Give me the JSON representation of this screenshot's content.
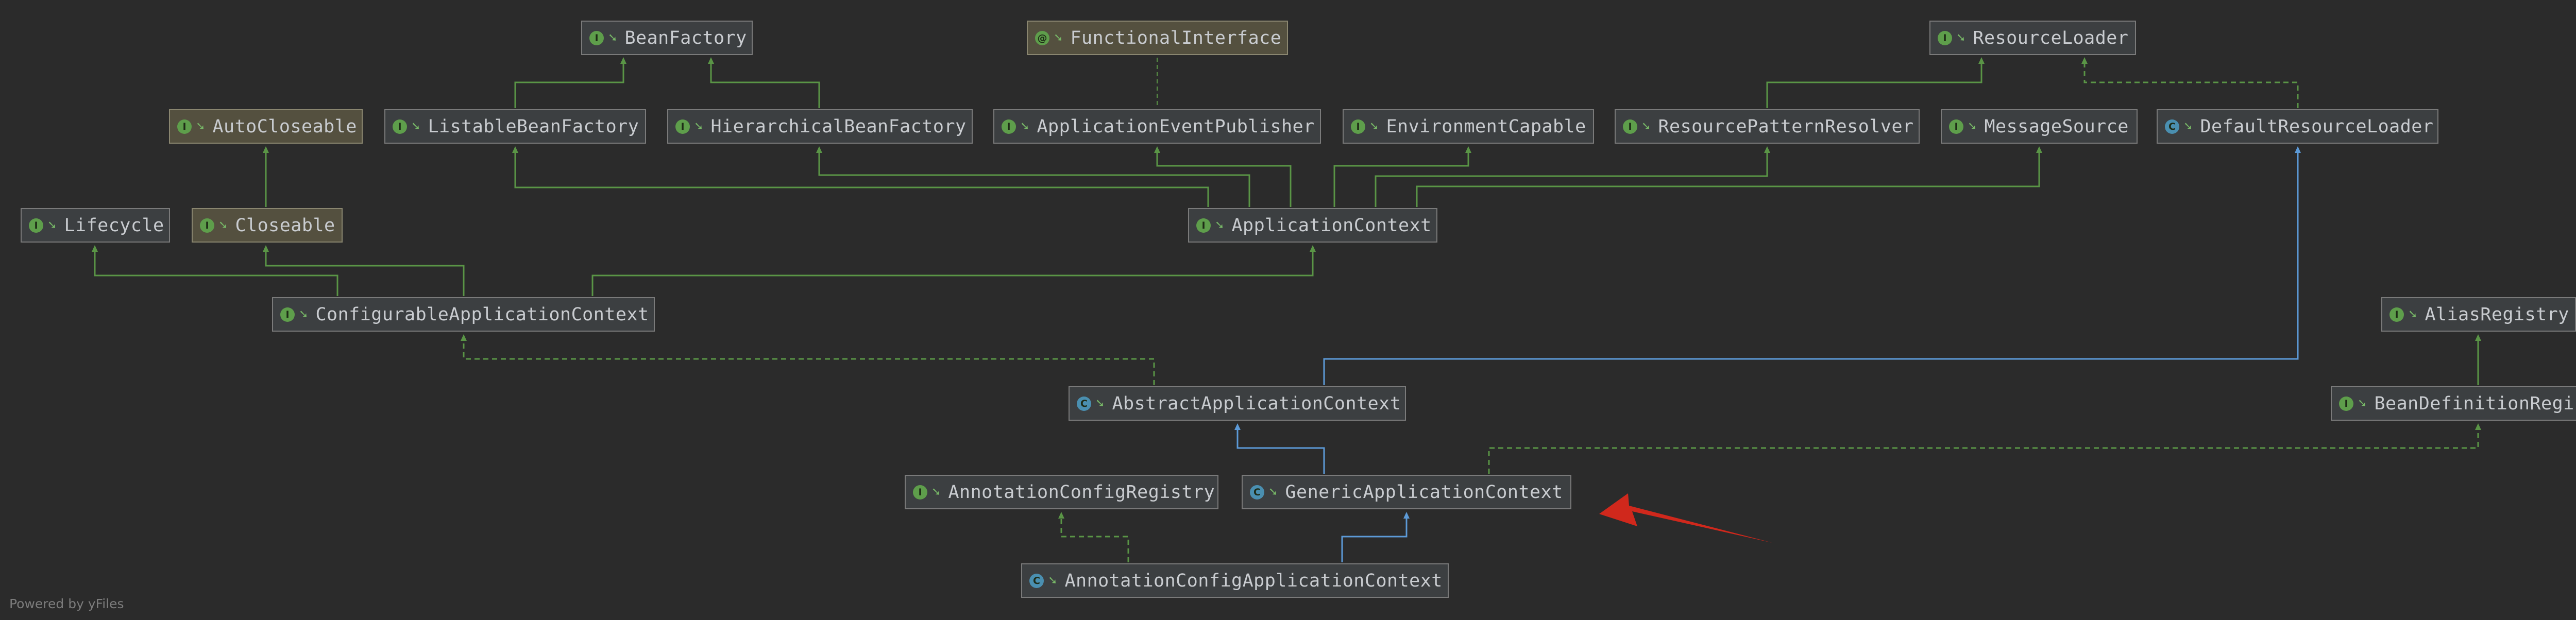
{
  "colors": {
    "background": "#2b2b2b",
    "interface_icon": "#5e9e4b",
    "class_icon": "#4a8fb0",
    "annotation_icon": "#5e9e4b",
    "extends_edge": "#5c9ad7",
    "implements_edge": "#5a9546",
    "pointer_arrow": "#d0281c"
  },
  "nodes": [
    {
      "id": "BeanFactory",
      "label": "BeanFactory",
      "kind": "interface",
      "icon": "interface-icon",
      "icon_letter": "I"
    },
    {
      "id": "FunctionalInterface",
      "label": "FunctionalInterface",
      "kind": "annotation",
      "icon": "annotation-icon",
      "icon_letter": "@"
    },
    {
      "id": "ResourceLoader",
      "label": "ResourceLoader",
      "kind": "interface",
      "icon": "interface-icon",
      "icon_letter": "I"
    },
    {
      "id": "AutoCloseable",
      "label": "AutoCloseable",
      "kind": "interface",
      "icon": "interface-icon",
      "icon_letter": "I"
    },
    {
      "id": "ListableBeanFactory",
      "label": "ListableBeanFactory",
      "kind": "interface",
      "icon": "interface-icon",
      "icon_letter": "I"
    },
    {
      "id": "HierarchicalBeanFactory",
      "label": "HierarchicalBeanFactory",
      "kind": "interface",
      "icon": "interface-icon",
      "icon_letter": "I"
    },
    {
      "id": "ApplicationEventPublisher",
      "label": "ApplicationEventPublisher",
      "kind": "interface",
      "icon": "interface-icon",
      "icon_letter": "I"
    },
    {
      "id": "EnvironmentCapable",
      "label": "EnvironmentCapable",
      "kind": "interface",
      "icon": "interface-icon",
      "icon_letter": "I"
    },
    {
      "id": "ResourcePatternResolver",
      "label": "ResourcePatternResolver",
      "kind": "interface",
      "icon": "interface-icon",
      "icon_letter": "I"
    },
    {
      "id": "MessageSource",
      "label": "MessageSource",
      "kind": "interface",
      "icon": "interface-icon",
      "icon_letter": "I"
    },
    {
      "id": "DefaultResourceLoader",
      "label": "DefaultResourceLoader",
      "kind": "class",
      "icon": "class-icon",
      "icon_letter": "C"
    },
    {
      "id": "Lifecycle",
      "label": "Lifecycle",
      "kind": "interface",
      "icon": "interface-icon",
      "icon_letter": "I"
    },
    {
      "id": "Closeable",
      "label": "Closeable",
      "kind": "interface",
      "icon": "interface-icon",
      "icon_letter": "I"
    },
    {
      "id": "ApplicationContext",
      "label": "ApplicationContext",
      "kind": "interface",
      "icon": "interface-icon",
      "icon_letter": "I"
    },
    {
      "id": "ConfigurableApplicationContext",
      "label": "ConfigurableApplicationContext",
      "kind": "interface",
      "icon": "interface-icon",
      "icon_letter": "I"
    },
    {
      "id": "AliasRegistry",
      "label": "AliasRegistry",
      "kind": "interface",
      "icon": "interface-icon",
      "icon_letter": "I"
    },
    {
      "id": "AbstractApplicationContext",
      "label": "AbstractApplicationContext",
      "kind": "abstract-class",
      "icon": "abstract-class-icon",
      "icon_letter": "C"
    },
    {
      "id": "BeanDefinitionRegistry",
      "label": "BeanDefinitionRegistry",
      "kind": "interface",
      "icon": "interface-icon",
      "icon_letter": "I"
    },
    {
      "id": "AnnotationConfigRegistry",
      "label": "AnnotationConfigRegistry",
      "kind": "interface",
      "icon": "interface-icon",
      "icon_letter": "I"
    },
    {
      "id": "GenericApplicationContext",
      "label": "GenericApplicationContext",
      "kind": "class",
      "icon": "class-icon",
      "icon_letter": "C"
    },
    {
      "id": "AnnotationConfigApplicationContext",
      "label": "AnnotationConfigApplicationContext",
      "kind": "class",
      "icon": "class-icon",
      "icon_letter": "C"
    }
  ],
  "edges": [
    {
      "from": "ListableBeanFactory",
      "to": "BeanFactory",
      "type": "extends-interface"
    },
    {
      "from": "HierarchicalBeanFactory",
      "to": "BeanFactory",
      "type": "extends-interface"
    },
    {
      "from": "ApplicationEventPublisher",
      "to": "FunctionalInterface",
      "type": "annotated"
    },
    {
      "from": "ResourcePatternResolver",
      "to": "ResourceLoader",
      "type": "extends-interface"
    },
    {
      "from": "DefaultResourceLoader",
      "to": "ResourceLoader",
      "type": "implements"
    },
    {
      "from": "Closeable",
      "to": "AutoCloseable",
      "type": "extends-interface"
    },
    {
      "from": "ApplicationContext",
      "to": "ListableBeanFactory",
      "type": "extends-interface"
    },
    {
      "from": "ApplicationContext",
      "to": "HierarchicalBeanFactory",
      "type": "extends-interface"
    },
    {
      "from": "ApplicationContext",
      "to": "ApplicationEventPublisher",
      "type": "extends-interface"
    },
    {
      "from": "ApplicationContext",
      "to": "EnvironmentCapable",
      "type": "extends-interface"
    },
    {
      "from": "ApplicationContext",
      "to": "ResourcePatternResolver",
      "type": "extends-interface"
    },
    {
      "from": "ApplicationContext",
      "to": "MessageSource",
      "type": "extends-interface"
    },
    {
      "from": "ConfigurableApplicationContext",
      "to": "Lifecycle",
      "type": "extends-interface"
    },
    {
      "from": "ConfigurableApplicationContext",
      "to": "Closeable",
      "type": "extends-interface"
    },
    {
      "from": "ConfigurableApplicationContext",
      "to": "ApplicationContext",
      "type": "extends-interface"
    },
    {
      "from": "AbstractApplicationContext",
      "to": "ConfigurableApplicationContext",
      "type": "implements"
    },
    {
      "from": "AbstractApplicationContext",
      "to": "DefaultResourceLoader",
      "type": "extends"
    },
    {
      "from": "BeanDefinitionRegistry",
      "to": "AliasRegistry",
      "type": "extends-interface"
    },
    {
      "from": "GenericApplicationContext",
      "to": "AbstractApplicationContext",
      "type": "extends"
    },
    {
      "from": "GenericApplicationContext",
      "to": "BeanDefinitionRegistry",
      "type": "implements"
    },
    {
      "from": "AnnotationConfigApplicationContext",
      "to": "AnnotationConfigRegistry",
      "type": "implements"
    },
    {
      "from": "AnnotationConfigApplicationContext",
      "to": "GenericApplicationContext",
      "type": "extends"
    }
  ],
  "annotation_arrow": {
    "points_to": "GenericApplicationContext",
    "color": "#d0281c"
  },
  "watermark": "Powered by yFiles"
}
